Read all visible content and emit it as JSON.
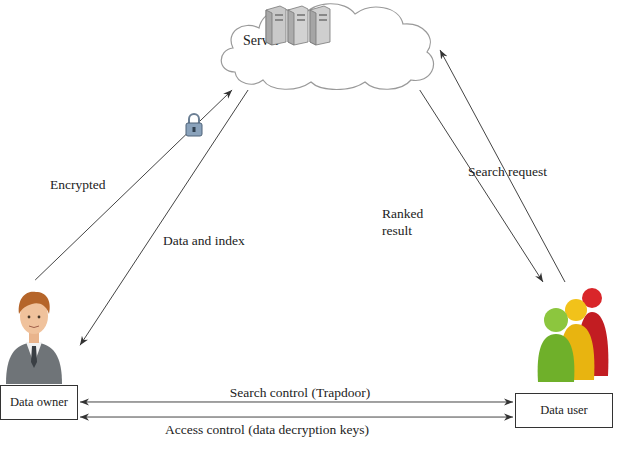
{
  "diagram": {
    "nodes": [
      {
        "text": [
          "Server"
        ]
      },
      {
        "text": [
          "Data owner"
        ]
      },
      {
        "text": [
          "Data user"
        ]
      }
    ],
    "edges": [
      {
        "from": 1,
        "to": 0,
        "arrow": "to",
        "label": "Encrypted"
      },
      {
        "from": 0,
        "to": 1,
        "arrow": "to",
        "label": "Data and index"
      },
      {
        "from": 2,
        "to": 0,
        "arrow": "to",
        "label": "Search request"
      },
      {
        "from": 0,
        "to": 2,
        "arrow": "to",
        "label": "Ranked result"
      },
      {
        "from": 1,
        "to": 2,
        "arrow": "both",
        "label": "Search control (Trapdoor)"
      },
      {
        "from": 1,
        "to": 2,
        "arrow": "both",
        "label": "Access control (data decryption keys)"
      }
    ]
  }
}
